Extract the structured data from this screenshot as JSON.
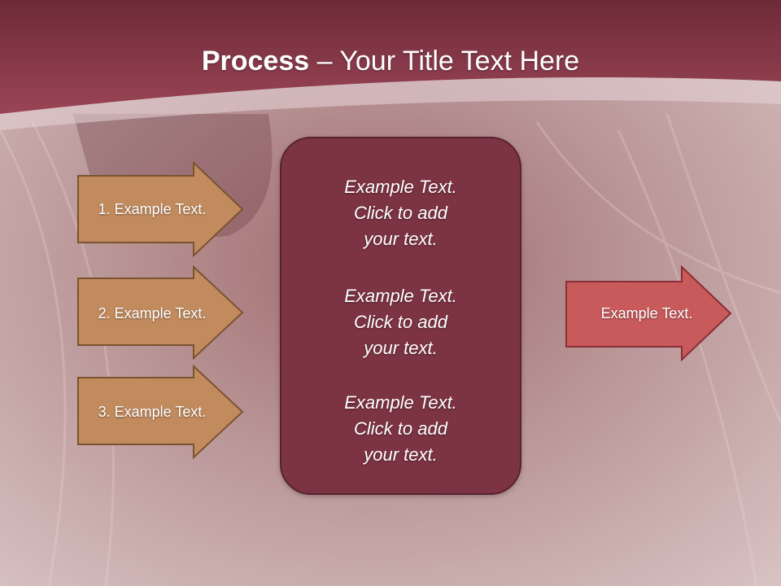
{
  "slide": {
    "title_bold": "Process",
    "title_rest": " – Your Title Text Here"
  },
  "inputs": [
    {
      "label": "1. Example Text."
    },
    {
      "label": "2. Example Text."
    },
    {
      "label": "3. Example Text."
    }
  ],
  "center": {
    "blocks": [
      {
        "lines": [
          "Example Text.",
          "Click  to add",
          "your text."
        ]
      },
      {
        "lines": [
          "Example Text.",
          "Click  to add",
          "your text."
        ]
      },
      {
        "lines": [
          "Example Text.",
          "Click  to add",
          "your text."
        ]
      }
    ]
  },
  "output": {
    "label": "Example Text."
  },
  "colors": {
    "header": "#8e3b4b",
    "input_arrow": "#c28b5e",
    "center_box": "#7c3342",
    "output_arrow": "#c85a5c"
  }
}
